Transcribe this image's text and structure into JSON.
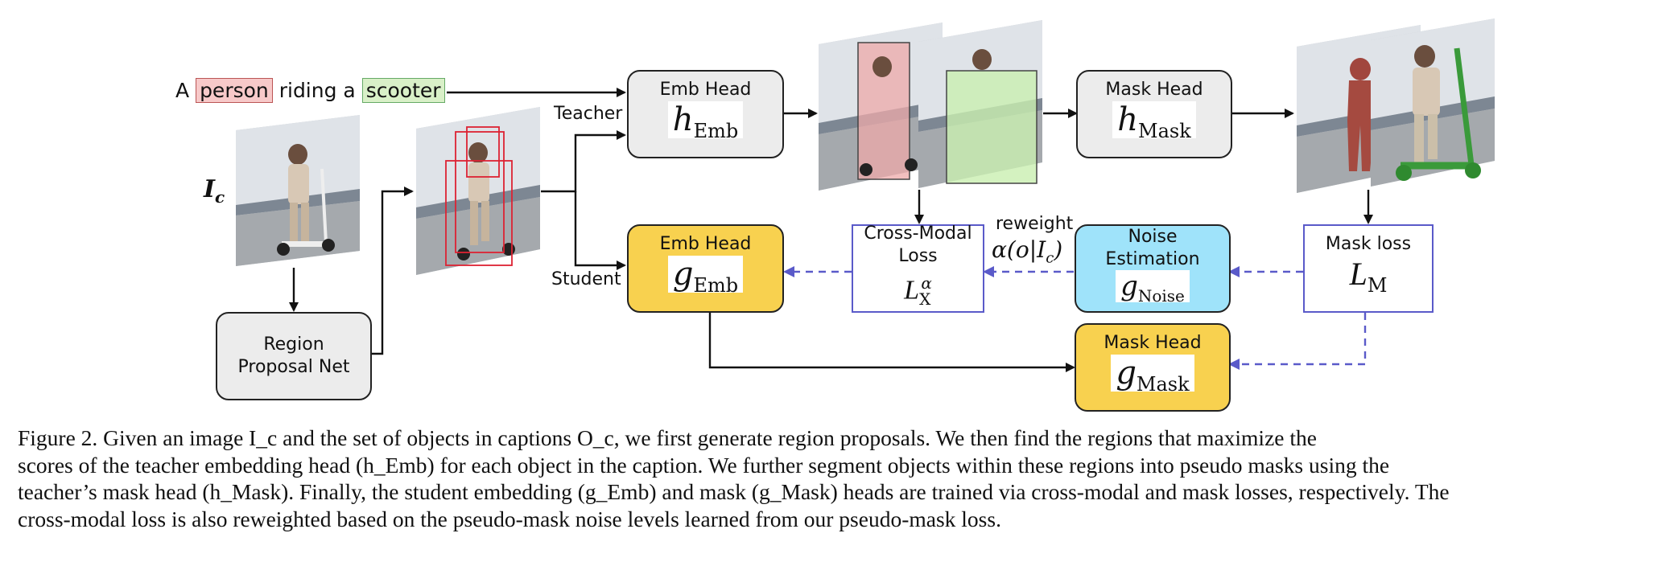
{
  "figure": {
    "phrase_a": "A",
    "phrase_person": "person",
    "phrase_riding": "riding a",
    "phrase_scooter": "scooter",
    "image_label": "I",
    "image_label_sub": "c",
    "teacher_label": "Teacher",
    "student_label": "Student",
    "rpn_line1": "Region",
    "rpn_line2": "Proposal Net",
    "teacher_emb": {
      "label": "Emb Head",
      "sym": "h",
      "sub": "Emb"
    },
    "teacher_mask": {
      "label": "Mask Head",
      "sym": "h",
      "sub": "Mask"
    },
    "student_emb": {
      "label": "Emb Head",
      "sym": "g",
      "sub": "Emb"
    },
    "student_mask": {
      "label": "Mask Head",
      "sym": "g",
      "sub": "Mask"
    },
    "noise": {
      "line1": "Noise",
      "line2": "Estimation",
      "sym": "g",
      "sub": "Noise"
    },
    "cross_modal": {
      "line1": "Cross-Modal",
      "line2": "Loss",
      "sym": "L",
      "sub": "X",
      "sup": "α"
    },
    "mask_loss": {
      "label": "Mask loss",
      "sym": "L",
      "sub": "M"
    },
    "reweight_label": "reweight",
    "reweight_formula": "α(o|I",
    "reweight_formula_sub": "c",
    "reweight_formula_end": ")",
    "colors": {
      "teacher_box": "#ececec",
      "student_box": "#f8d14f",
      "noise_box": "#9fe3fa",
      "loss_border": "#5a5ac9"
    }
  },
  "caption": {
    "lines": [
      "Figure 2.   Given an image I_c and the set of objects in captions O_c, we first generate region proposals.  We then find the regions that maximize the",
      "scores of the teacher embedding head (h_Emb) for each object in the caption. We further segment objects within these regions into pseudo masks using the",
      "teacher’s mask head (h_Mask). Finally, the student embedding (g_Emb) and mask (g_Mask) heads are trained via cross-modal and mask losses, respectively. The",
      "cross-modal loss is also reweighted based on the pseudo-mask noise levels learned from our pseudo-mask loss."
    ]
  }
}
